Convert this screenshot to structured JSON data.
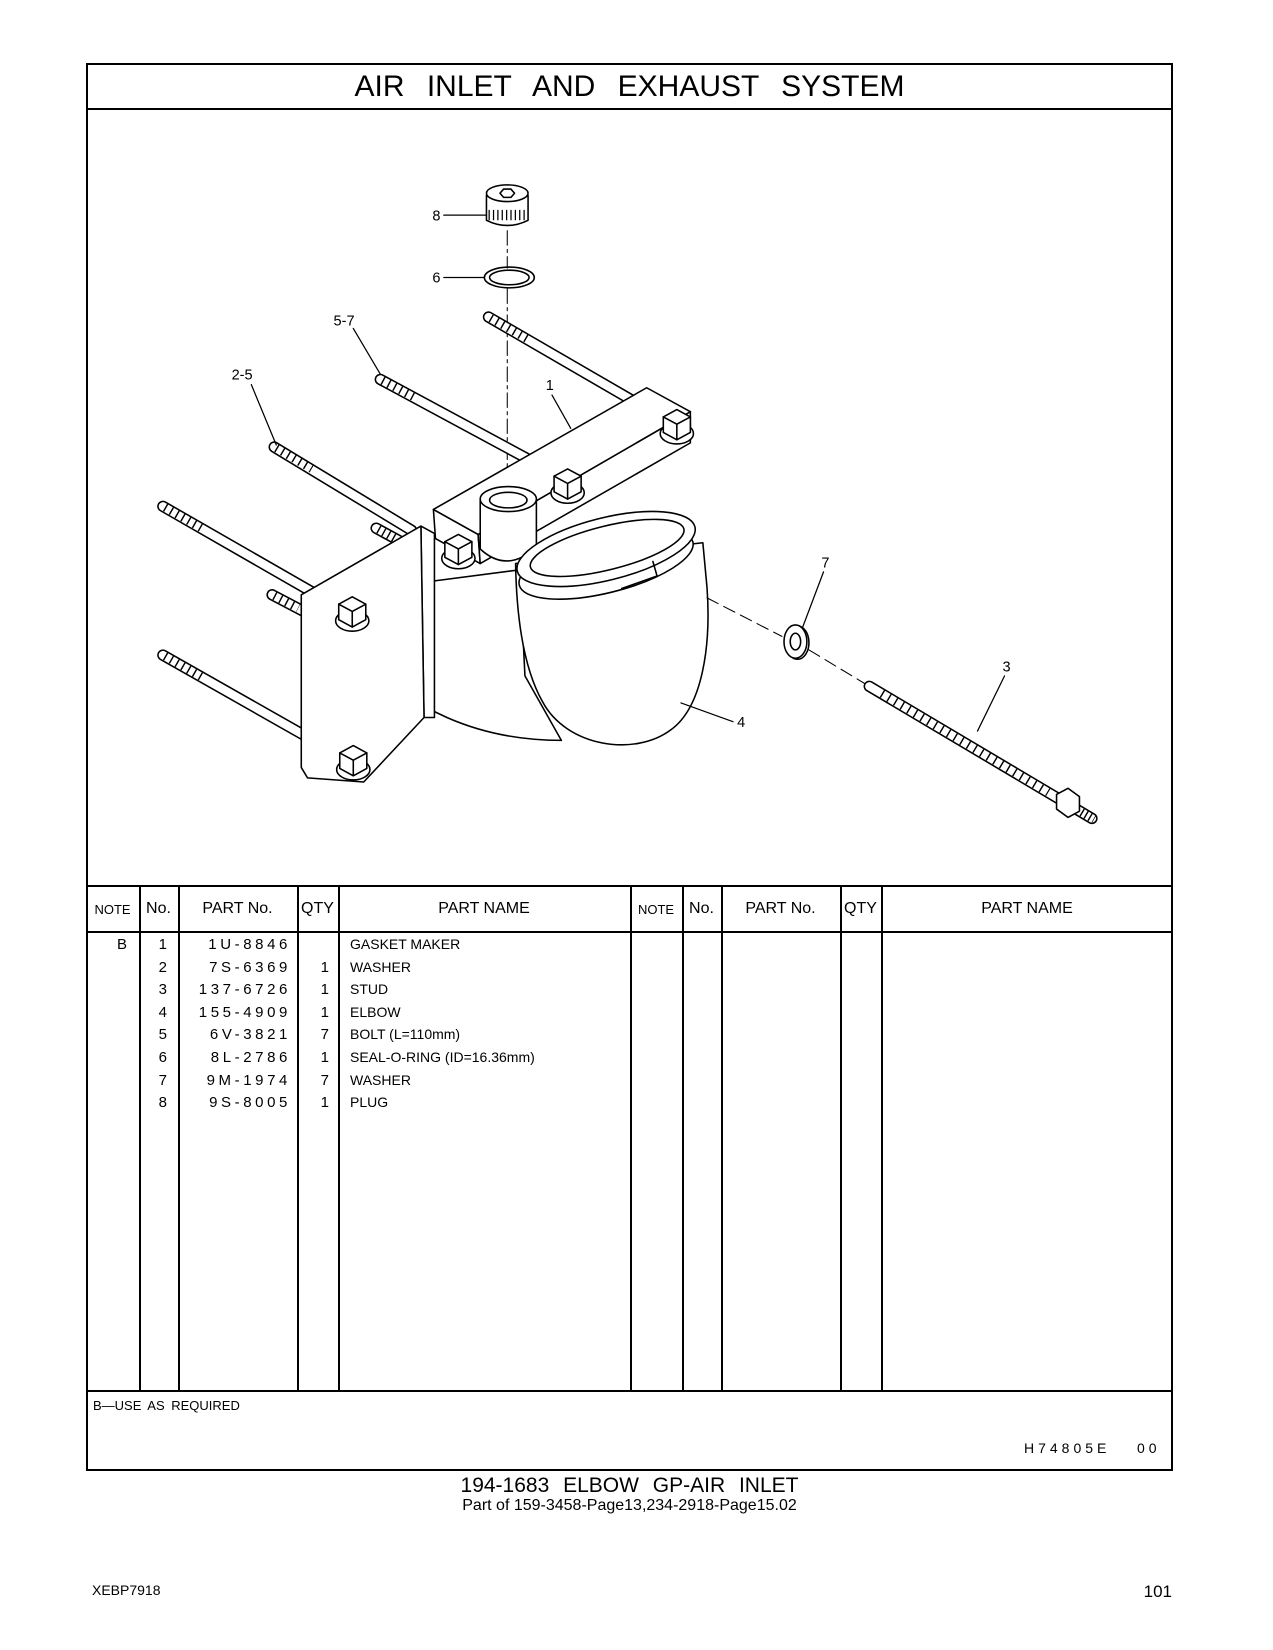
{
  "page": {
    "title": "AIR INLET AND EXHAUST SYSTEM"
  },
  "diagram": {
    "callouts": [
      "8",
      "6",
      "5-7",
      "2-5",
      "1",
      "7",
      "3",
      "4"
    ]
  },
  "table": {
    "headers": {
      "note": "NOTE",
      "no": "No.",
      "part_no": "PART No.",
      "qty": "QTY",
      "part_name": "PART NAME"
    },
    "rows": [
      {
        "note": "B",
        "no": "1",
        "part_no": "1U-8846",
        "part_name": "GASKET MAKER"
      },
      {
        "no": "2",
        "part_no": "7S-6369",
        "qty": "1",
        "part_name": "WASHER"
      },
      {
        "no": "3",
        "part_no": "137-6726",
        "qty": "1",
        "part_name": "STUD"
      },
      {
        "no": "4",
        "part_no": "155-4909",
        "qty": "1",
        "part_name": "ELBOW"
      },
      {
        "no": "5",
        "part_no": "6V-3821",
        "qty": "7",
        "part_name": "BOLT (L=110mm)"
      },
      {
        "no": "6",
        "part_no": "8L-2786",
        "qty": "1",
        "part_name": "SEAL-O-RING (ID=16.36mm)"
      },
      {
        "no": "7",
        "part_no": "9M-1974",
        "qty": "7",
        "part_name": "WASHER"
      },
      {
        "no": "8",
        "part_no": "9S-8005",
        "qty": "1",
        "part_name": "PLUG"
      }
    ]
  },
  "notes": {
    "footnote": "B—USE AS REQUIRED"
  },
  "illustration": {
    "code": "H74805E",
    "revision": "00"
  },
  "assembly": {
    "title": "194-1683 ELBOW GP-AIR INLET",
    "part_of": "Part of 159-3458-Page13,234-2918-Page15.02"
  },
  "footer": {
    "doc_code": "XEBP7918",
    "page_number": "101"
  }
}
